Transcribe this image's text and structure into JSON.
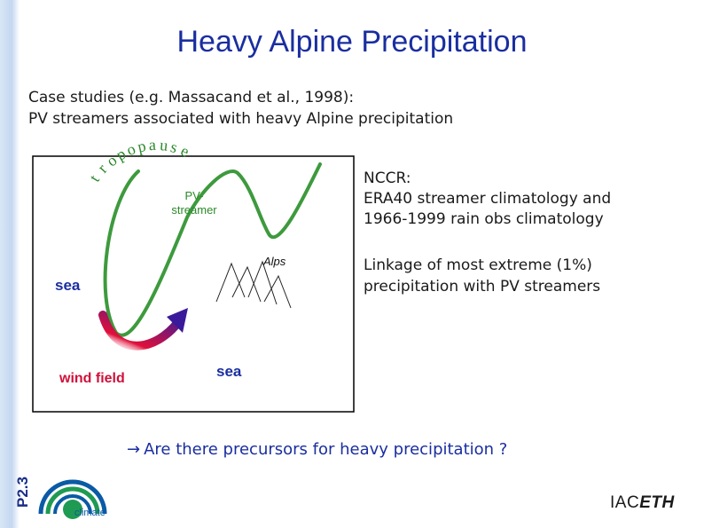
{
  "slide": {
    "title": "Heavy Alpine Precipitation",
    "side_label": "P2.3",
    "intro_line1": "Case studies (e.g. Massacand et al., 1998):",
    "intro_line2": "PV streamers associated with heavy Alpine precipitation",
    "nccr_line1": "NCCR:",
    "nccr_line2": "ERA40 streamer climatology and",
    "nccr_line3": "1966-1999 rain obs climatology",
    "linkage_line1": "Linkage of most extreme (1%)",
    "linkage_line2": "precipitation with PV streamers",
    "question_arrow": "→",
    "question": "Are there precursors for heavy precipitation ?"
  },
  "diagram": {
    "tropopause_chars": [
      "t",
      "r",
      "o",
      "p",
      "o",
      "p",
      "a",
      "u",
      "s",
      "e"
    ],
    "pv_line1": "PV-",
    "pv_line2": "streamer",
    "alps": "Alps",
    "sea_left": "sea",
    "sea_bottom": "sea",
    "wind_field": "wind field",
    "colors": {
      "streamer": "#3d9a3d",
      "wind_start": "#e0103a",
      "wind_end": "#3a1a9a",
      "sea": "#1a2ea0"
    }
  },
  "logos": {
    "climate": "climate",
    "iac_prefix": "IAC",
    "iac_suffix": "ETH"
  }
}
